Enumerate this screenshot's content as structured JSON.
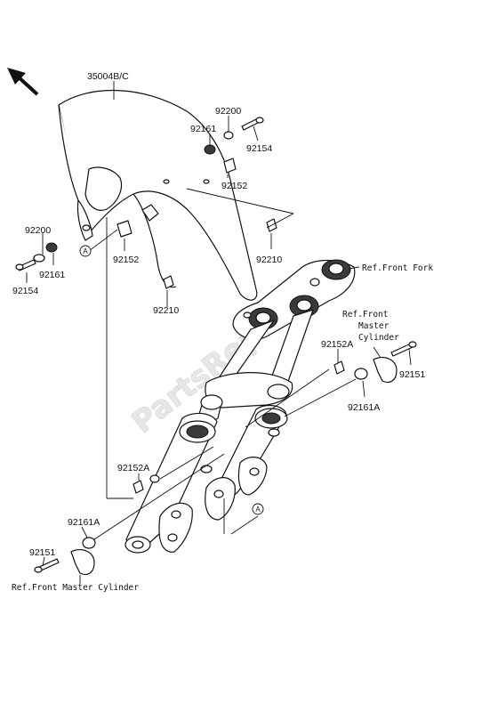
{
  "watermark": "PartsRepublik",
  "labels": {
    "fender": "35004B/C",
    "washer_top_right": "92200",
    "collar_top_right": "92161",
    "bolt_top_right": "92154",
    "clip_right_upper": "92152",
    "nut_right": "92210",
    "washer_left": "92200",
    "collar_left": "92161",
    "bolt_left": "92154",
    "clip_left": "92152",
    "nut_left": "92210",
    "ref_front_fork": "Ref.Front Fork",
    "ref_master_cylinder_right": [
      "Ref.Front",
      "Master",
      "Cylinder"
    ],
    "clip_a_right": "92152A",
    "bolt_right_lower": "92151",
    "collar_a_right": "92161A",
    "clip_a_left": "92152A",
    "collar_a_left": "92161A",
    "bolt_left_lower": "92151",
    "ref_master_cylinder_bottom": "Ref.Front Master Cylinder"
  },
  "markers": {
    "a_left": "A",
    "a_right": "A"
  },
  "icons": {
    "direction": "front-direction-arrow-icon"
  }
}
